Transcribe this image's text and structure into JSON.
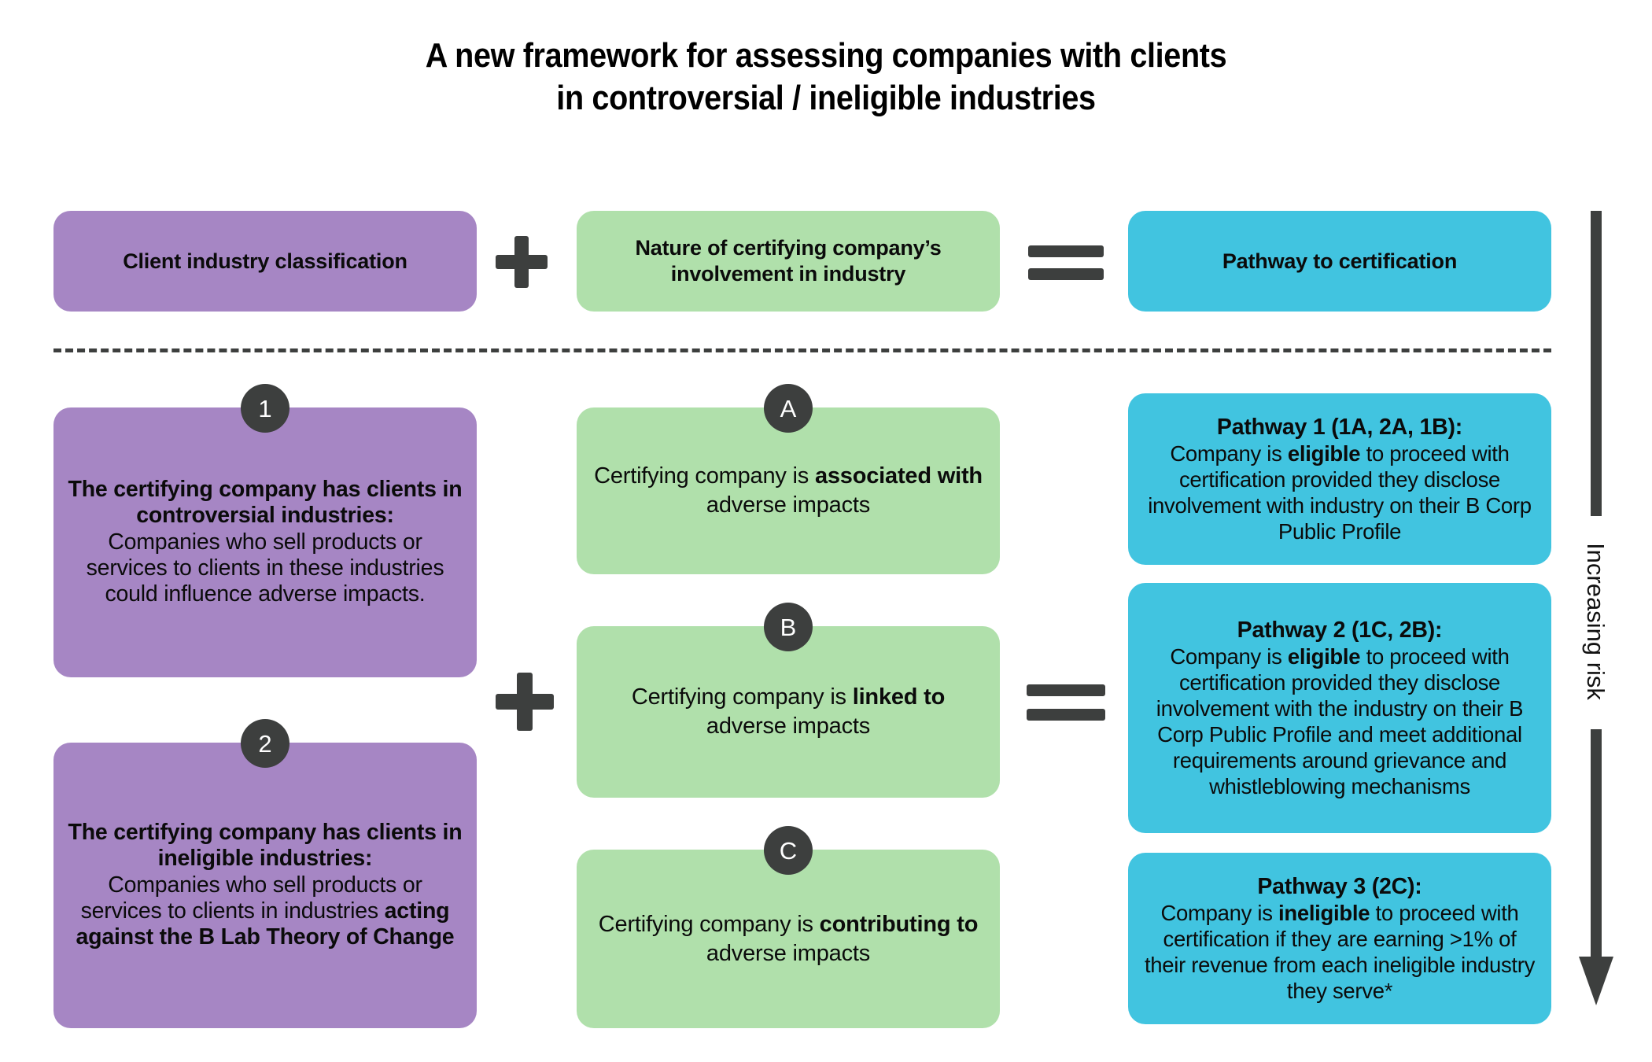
{
  "title": {
    "line1": "A new framework for assessing companies with clients",
    "line2": "in controversial / ineligible industries"
  },
  "colors": {
    "purple": "#a686c4",
    "green": "#b0e0ab",
    "blue": "#41c4e0",
    "dark": "#3d3f3e",
    "background": "#ffffff"
  },
  "header": {
    "client_classification": "Client industry classification",
    "nature_of_involvement": "Nature of certifying company’s involvement in industry",
    "pathway_to_certification": "Pathway to certification",
    "operator_plus": "+",
    "operator_equals": "="
  },
  "client_industry": [
    {
      "badge": "1",
      "heading": "The certifying company has clients in controversial industries:",
      "body_pre": "Companies who sell products or services to clients in these industries could influence adverse impacts.",
      "body_bold": "",
      "body_post": ""
    },
    {
      "badge": "2",
      "heading": "The certifying company has clients in ineligible industries:",
      "body_pre": "Companies who sell products or services to clients in industries ",
      "body_bold": "acting against the B Lab Theory of Change",
      "body_post": ""
    }
  ],
  "involvement": [
    {
      "badge": "A",
      "pre": "Certifying company is ",
      "bold": "associated with",
      "post": " adverse impacts"
    },
    {
      "badge": "B",
      "pre": "Certifying company is ",
      "bold": "linked to",
      "post": " adverse impacts"
    },
    {
      "badge": "C",
      "pre": "Certifying company is ",
      "bold": "contributing to",
      "post": " adverse impacts"
    }
  ],
  "pathways": [
    {
      "heading": "Pathway 1 (1A, 2A, 1B):",
      "body_pre": "Company is ",
      "body_bold": "eligible",
      "body_post": " to proceed with certification provided they disclose involvement with industry on their B Corp Public Profile"
    },
    {
      "heading": "Pathway 2 (1C, 2B):",
      "body_pre": "Company is ",
      "body_bold": "eligible",
      "body_post": " to proceed with certification provided they disclose involvement with the industry on their B Corp Public Profile and meet additional requirements around grievance and whistleblowing mechanisms"
    },
    {
      "heading": "Pathway 3 (2C):",
      "body_pre": "Company is ",
      "body_bold": "ineligible",
      "body_post": " to proceed with certification if they are earning >1% of their revenue from each ineligible industry they serve*"
    }
  ],
  "risk_axis": {
    "label": "Increasing risk"
  }
}
